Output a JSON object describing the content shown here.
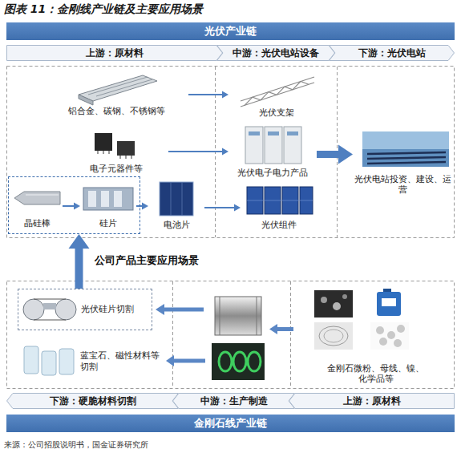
{
  "diagram": {
    "title": "图表 11：金刚线产业链及主要应用场景",
    "nodes": [
      {
        "text": [
          "光伏产业链"
        ]
      },
      {
        "text": [
          "上游：原材料"
        ]
      },
      {
        "text": [
          "中游：光伏电站设备"
        ]
      },
      {
        "text": [
          "下游：光伏电站"
        ]
      },
      {
        "text": [
          "铝合金、碳钢、不锈钢等"
        ]
      },
      {
        "text": [
          "光伏支架"
        ]
      },
      {
        "text": [
          "电子元器件等"
        ]
      },
      {
        "text": [
          "光伏电子电力产品"
        ]
      },
      {
        "text": []
      },
      {
        "text": [
          "晶硅棒"
        ],
        "in": 8
      },
      {
        "text": [
          "硅片"
        ],
        "in": 8
      },
      {
        "text": [
          "电池片"
        ]
      },
      {
        "text": [
          "光伏组件"
        ]
      },
      {
        "text": [
          "光伏电站投资、建设、运营"
        ]
      },
      {
        "text": [
          "光伏硅片切割"
        ]
      },
      {
        "text": [
          "蓝宝石、磁性材料等切割"
        ]
      },
      {
        "text": [
          "金刚石微粉、母线、镍、化学品等"
        ]
      },
      {
        "text": [
          "下游：硬脆材料切割"
        ]
      },
      {
        "text": [
          "中游：生产制造"
        ]
      },
      {
        "text": [
          "上游：原材料"
        ]
      },
      {
        "text": [
          "金刚石线产业链"
        ]
      }
    ],
    "edges": [
      {
        "from": 4,
        "to": 5,
        "arrow": "to"
      },
      {
        "from": 6,
        "to": 7,
        "arrow": "to"
      },
      {
        "from": 9,
        "to": 10,
        "arrow": "to"
      },
      {
        "from": 10,
        "to": 11,
        "arrow": "to"
      },
      {
        "from": 11,
        "to": 12,
        "arrow": "to"
      },
      {
        "from": 7,
        "to": 13,
        "arrow": "to"
      },
      {
        "from": 14,
        "to": 8,
        "arrow": "to"
      }
    ],
    "labels": [
      "公司产品主要应用场景",
      "来源：公司招股说明书，国金证券研究所"
    ]
  }
}
